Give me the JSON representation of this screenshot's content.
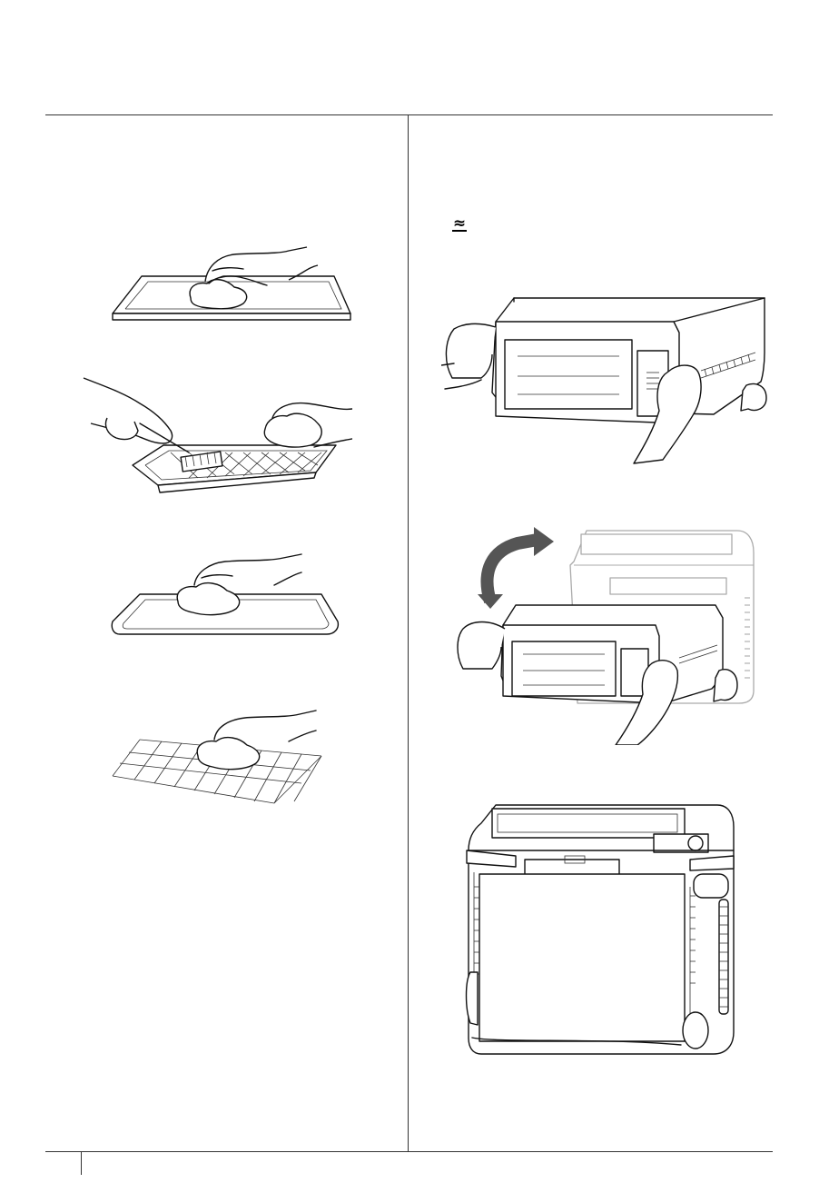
{
  "page": {
    "heat_icon": "heat-waves-icon",
    "figures": [
      "sheet-pan-wiping",
      "air-fry-basket-brushing",
      "baking-pan-wiping",
      "wire-rack-wiping",
      "oven-lifting",
      "oven-flip-up",
      "oven-stored-upright"
    ]
  }
}
